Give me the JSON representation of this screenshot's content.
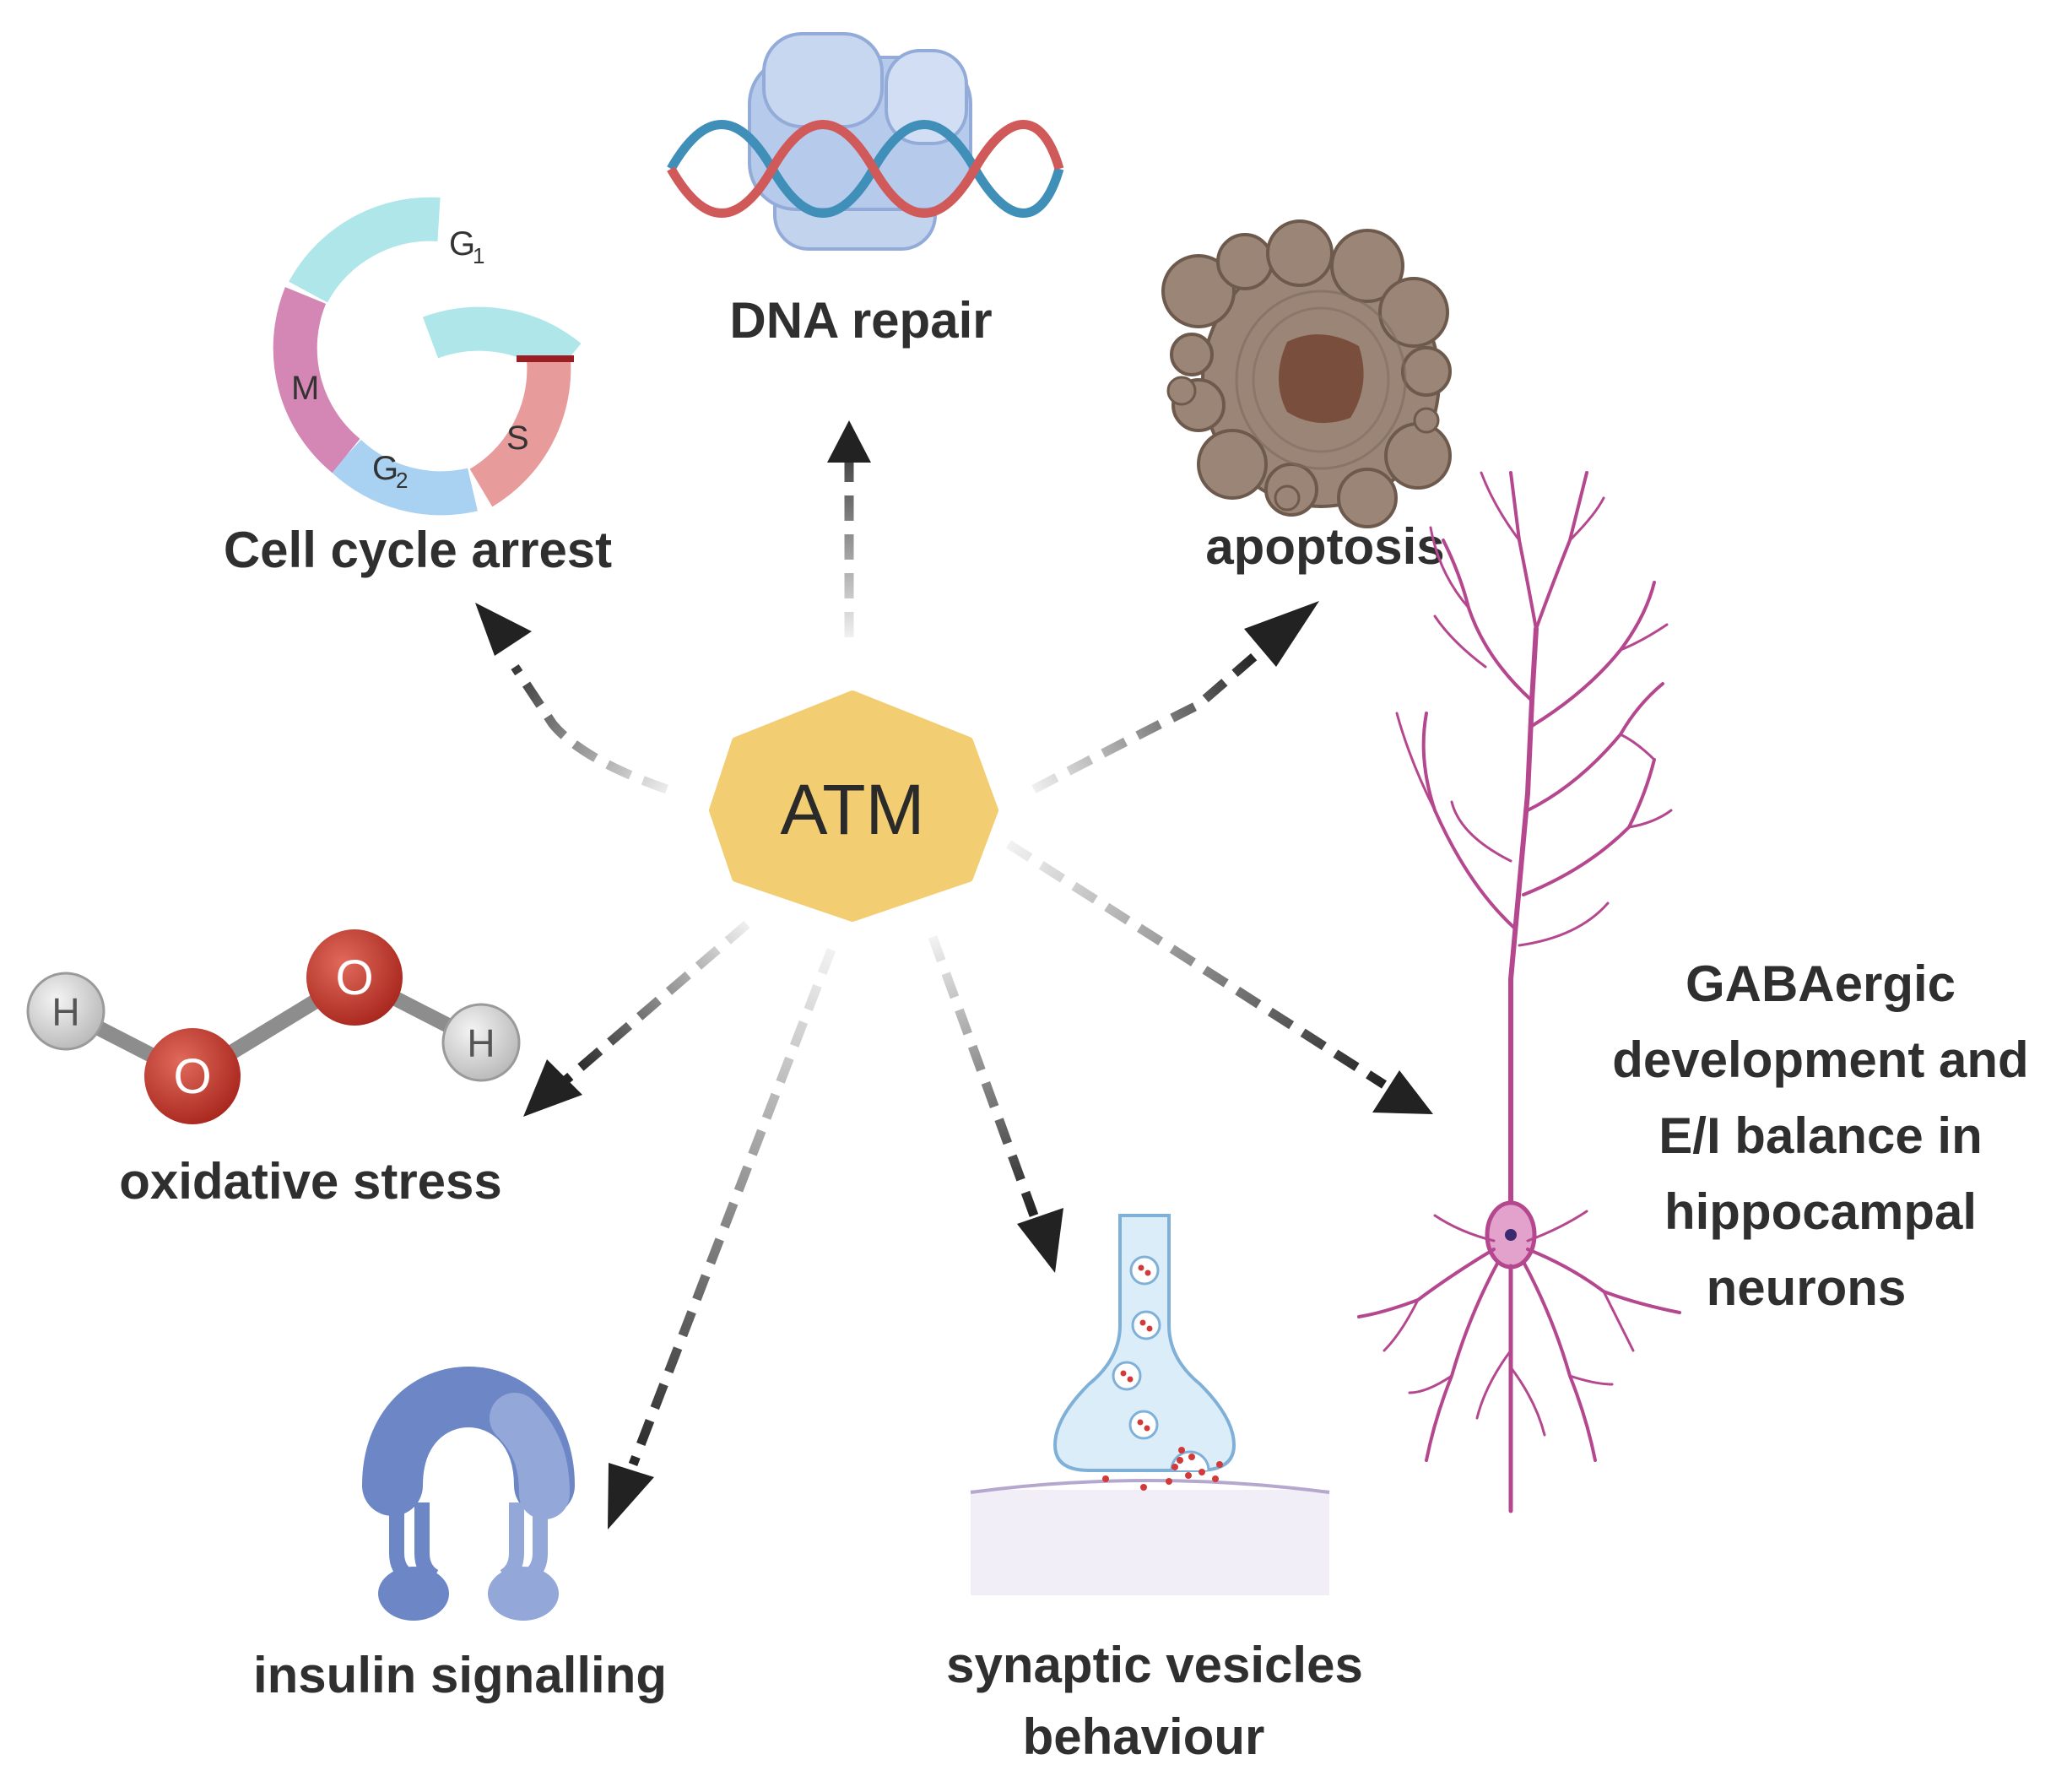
{
  "hub": {
    "label": "ATM"
  },
  "nodes": {
    "dna_repair": {
      "label": "DNA repair"
    },
    "cell_cycle": {
      "label": "Cell cycle arrest",
      "phases": {
        "g1": "G",
        "g1_sub": "1",
        "s": "S",
        "g2": "G",
        "g2_sub": "2",
        "m": "M"
      }
    },
    "apoptosis": {
      "label": "apoptosis"
    },
    "oxidative_stress": {
      "label": "oxidative stress",
      "atoms": {
        "h_left": "H",
        "o_left": "O",
        "o_right": "O",
        "h_right": "H"
      }
    },
    "insulin": {
      "label": "insulin signalling"
    },
    "synaptic": {
      "lines": [
        "synaptic vesicles",
        "behaviour"
      ]
    },
    "gabaergic": {
      "lines": [
        "GABAergic",
        "development and",
        "E/I balance in",
        "hippocampal",
        "neurons"
      ]
    }
  },
  "colors": {
    "hub_fill": "#f2cd72",
    "arrow": "#222222",
    "neuron": "#b5478f",
    "vesicle_dots": "#d23a3a",
    "dna_blue": "#3f8fb8",
    "dna_red": "#d05a5a"
  }
}
